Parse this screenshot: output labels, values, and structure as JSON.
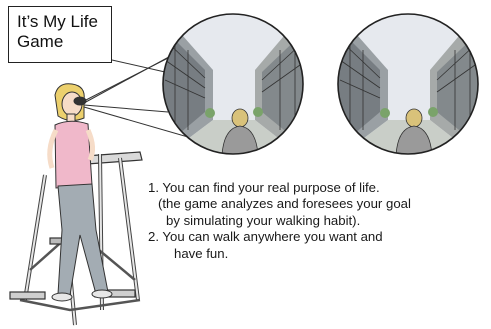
{
  "title": {
    "line1": "It’s My Life",
    "line2": "Game"
  },
  "notes": {
    "item1_line1": "1. You can find your real purpose of life.",
    "item1_line2": "(the game analyzes and foresees your goal",
    "item1_line3": "by simulating your walking habit).",
    "item2_line1": "2. You can walk anywhere you want and",
    "item2_line2": "have fun."
  },
  "colors": {
    "lens_sky": "#dfe3e8",
    "street": "#cfd4cf",
    "building": "#8a8f93",
    "hair": "#e9cd6a",
    "shirt": "#efb7c8",
    "pants": "#9aa3aa",
    "machine": "#d8d8d8",
    "outline": "#222222"
  }
}
